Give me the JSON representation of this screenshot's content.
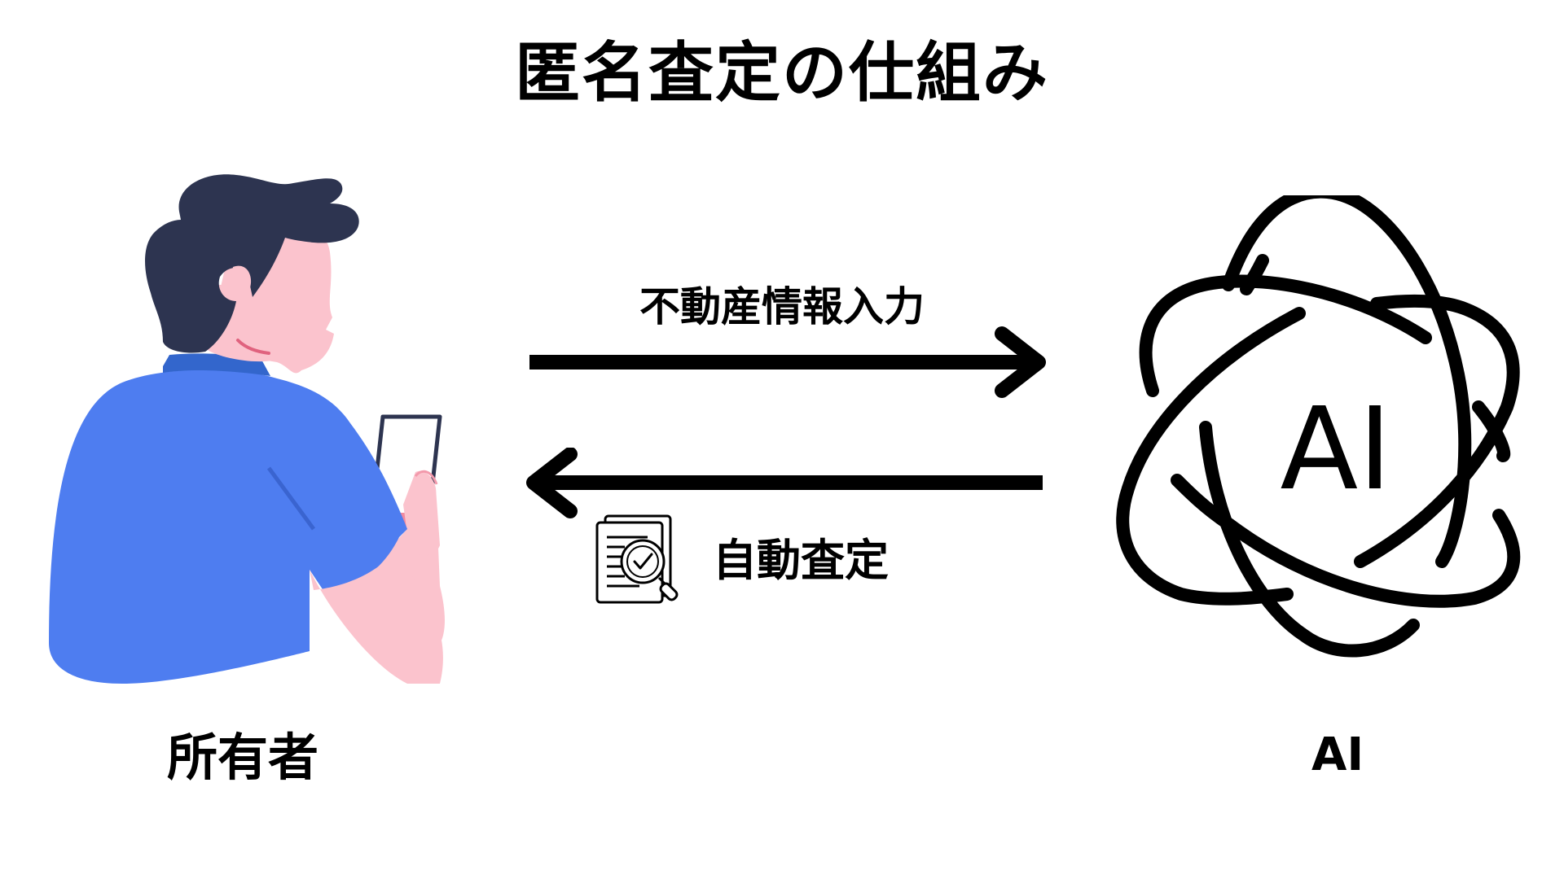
{
  "title": "匿名査定の仕組み",
  "actors": {
    "owner": "所有者",
    "ai": "AI"
  },
  "arrows": {
    "to_ai": "不動産情報入力",
    "from_ai": "自動査定"
  },
  "icons": {
    "owner_figure": "person-with-phone-icon",
    "ai_symbol": "ai-atom-icon",
    "assessment": "document-magnifier-check-icon",
    "ai_badge_text": "AI"
  },
  "colors": {
    "hair": "#2d3450",
    "skin": "#fbc3cd",
    "shirt": "#4e7df0",
    "collar": "#3366cc",
    "ink": "#000000"
  }
}
